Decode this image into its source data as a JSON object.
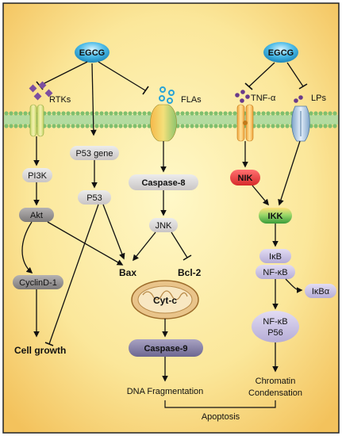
{
  "left": {
    "egcg": "EGCG",
    "rtks": "RTKs",
    "flas": "FLAs",
    "pi3k": "PI3K",
    "akt": "Akt",
    "cyclind1": "CyclinD-1",
    "cell_growth": "Cell growth",
    "p53_gene": "P53 gene",
    "p53": "P53",
    "caspase8": "Caspase-8",
    "jnk": "JNK",
    "bax": "Bax",
    "bcl2": "Bcl-2",
    "cytc": "Cyt-c",
    "caspase9": "Caspase-9",
    "dna_frag": "DNA Fragmentation"
  },
  "right": {
    "egcg": "EGCG",
    "tnfa": "TNF-α",
    "lps": "LPs",
    "nik": "NIK",
    "ikk": "IKK",
    "ikb": "IκB",
    "nfkb": "NF-κB",
    "ikba": "IκBα",
    "nfkb2": "NF-κB",
    "p56": "P56",
    "chromatin": "Chromatin",
    "condensation": "Condensation"
  },
  "apoptosis": "Apoptosis",
  "colors": {
    "background_center": "#fdf3b4",
    "background_edge": "#f7c96a",
    "egcg_fill": "#2fa8d8",
    "pill_grey": "#d4d0d0",
    "pill_dark": "#8f8c8c",
    "nik_red": "#e23c3c",
    "ikk_green": "#57b957",
    "membrane_green": "#9ccf90"
  }
}
